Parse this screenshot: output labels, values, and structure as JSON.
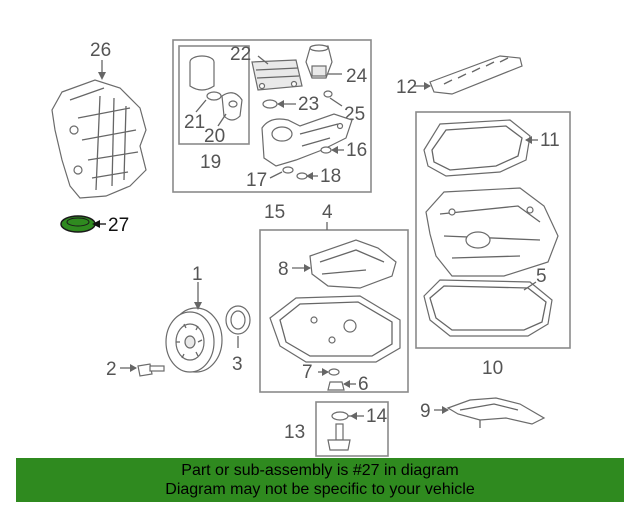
{
  "callouts": {
    "c1": "1",
    "c2": "2",
    "c3": "3",
    "c4": "4",
    "c5": "5",
    "c6": "6",
    "c7": "7",
    "c8": "8",
    "c9": "9",
    "c10": "10",
    "c11": "11",
    "c12": "12",
    "c13": "13",
    "c14": "14",
    "c15": "15",
    "c16": "16",
    "c17": "17",
    "c18": "18",
    "c19": "19",
    "c20": "20",
    "c21": "21",
    "c22": "22",
    "c23": "23",
    "c24": "24",
    "c25": "25",
    "c26": "26",
    "c27": "27"
  },
  "highlight": {
    "part_number": "27",
    "color": "#2f8a1f"
  },
  "banner": {
    "line1": "Part or sub-assembly is #27 in diagram",
    "line2": "Diagram may not be specific to your vehicle",
    "background": "#2f8a1f"
  }
}
